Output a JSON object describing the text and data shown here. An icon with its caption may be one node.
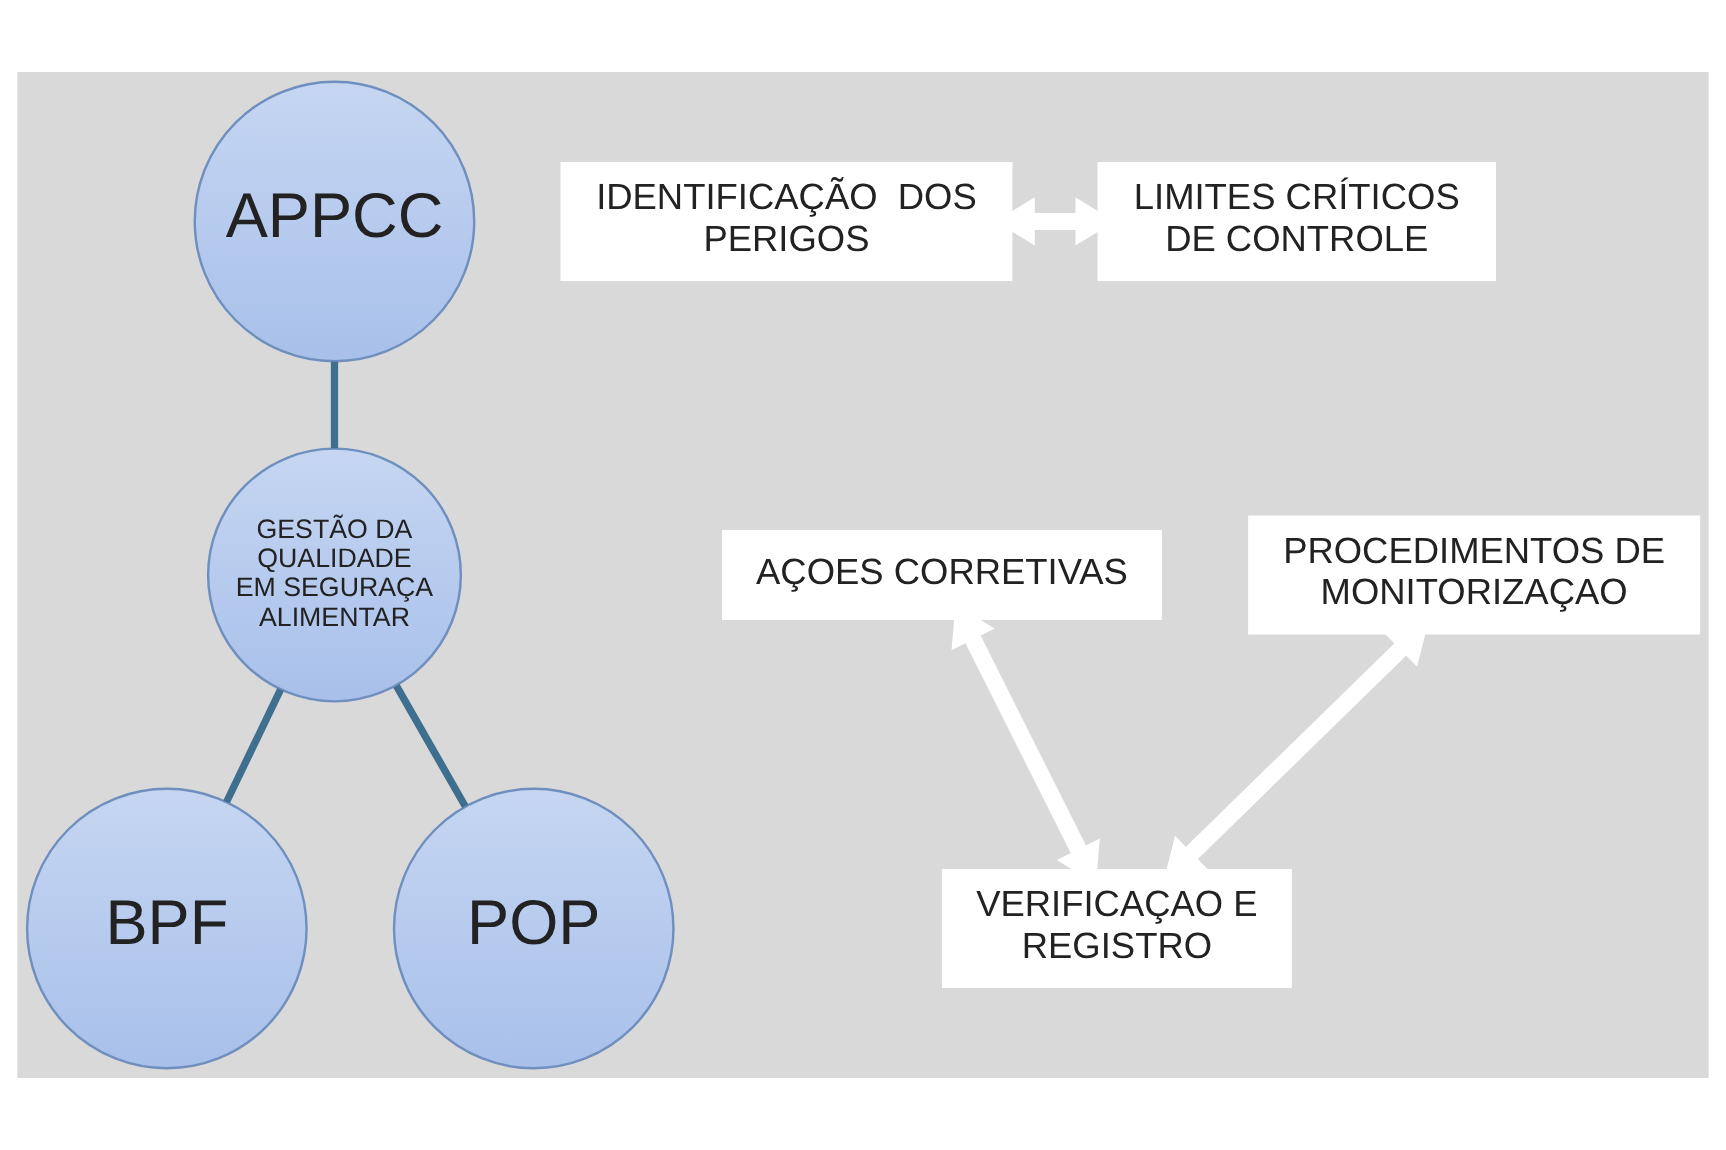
{
  "diagram": {
    "nodes": [
      {
        "text": [
          "APPCC"
        ]
      },
      {
        "text": [
          "IDENTIFICAÇÃO  DOS PERIGOS"
        ]
      },
      {
        "text": [
          "LIMITES CRÍTICOS DE CONTROLE"
        ]
      },
      {
        "text": [
          "PROCEDIMENTOS DE MONITORIZAÇAO"
        ]
      },
      {
        "text": [
          "AÇOES CORRETIVAS"
        ]
      },
      {
        "text": [
          "GESTÃO DA QUALIDADE EM SEGURAÇA ALIMENTAR"
        ]
      },
      {
        "text": [
          "BPF"
        ]
      },
      {
        "text": [
          "POP"
        ]
      },
      {
        "text": [
          "VERIFICAÇAO E REGISTRO"
        ]
      }
    ],
    "edges": [
      {
        "from": 0,
        "to": 5,
        "arrow": "none"
      },
      {
        "from": 5,
        "to": 6,
        "arrow": "none"
      },
      {
        "from": 5,
        "to": 7,
        "arrow": "none"
      },
      {
        "from": 1,
        "to": 2,
        "arrow": "both",
        "style": "thick",
        "color": "#ffffff"
      },
      {
        "from": 4,
        "to": 8,
        "arrow": "both",
        "style": "thick",
        "color": "#ffffff"
      },
      {
        "from": 8,
        "to": 3,
        "arrow": "both",
        "style": "thick",
        "color": "#ffffff"
      }
    ]
  }
}
